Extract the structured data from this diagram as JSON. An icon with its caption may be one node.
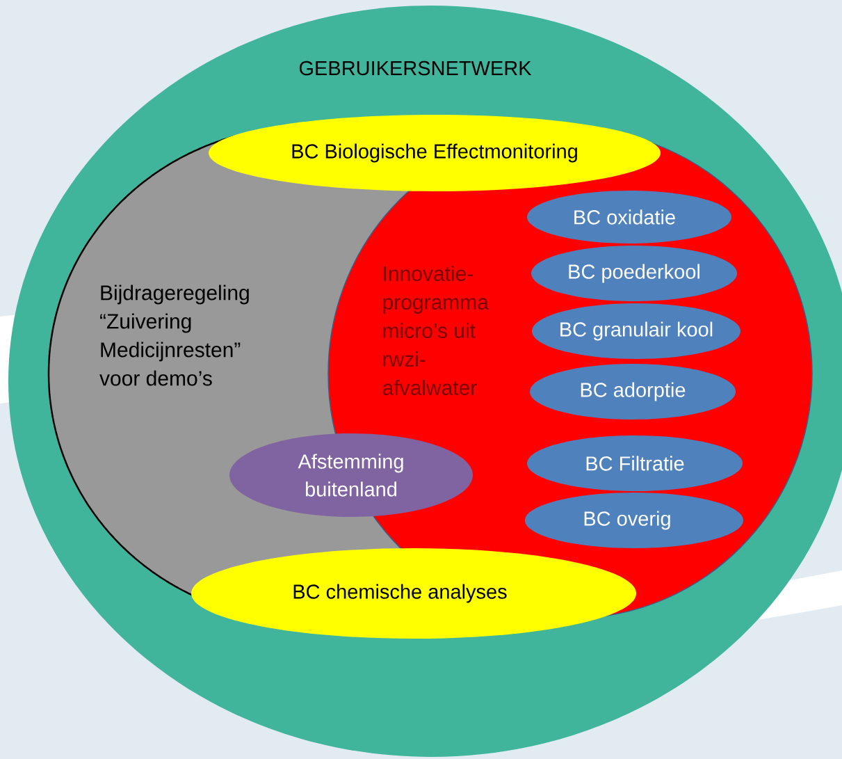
{
  "diagram": {
    "nodes": [
      {
        "text": [
          "GEBRUIKERSNETWERK"
        ]
      },
      {
        "text": [
          "BC Biologische Effectmonitoring"
        ],
        "in": 0
      },
      {
        "text": [
          "Bijdrageregeling “Zuivering Medicijnresten” voor demo’s"
        ],
        "in": 0
      },
      {
        "text": [
          "Innovatie-programma micro’s uit rwzi-afvalwater"
        ],
        "in": 0
      },
      {
        "text": [
          "BC oxidatie"
        ],
        "in": 3
      },
      {
        "text": [
          "BC poederkool"
        ],
        "in": 3
      },
      {
        "text": [
          "BC granulair kool"
        ],
        "in": 3
      },
      {
        "text": [
          "BC adorptie"
        ],
        "in": 3
      },
      {
        "text": [
          "BC Filtratie"
        ],
        "in": 3
      },
      {
        "text": [
          "BC overig"
        ],
        "in": 3
      },
      {
        "text": [
          "Afstemming buitenland"
        ],
        "in": 0
      },
      {
        "text": [
          "BC chemische analyses"
        ],
        "in": 0
      }
    ]
  }
}
